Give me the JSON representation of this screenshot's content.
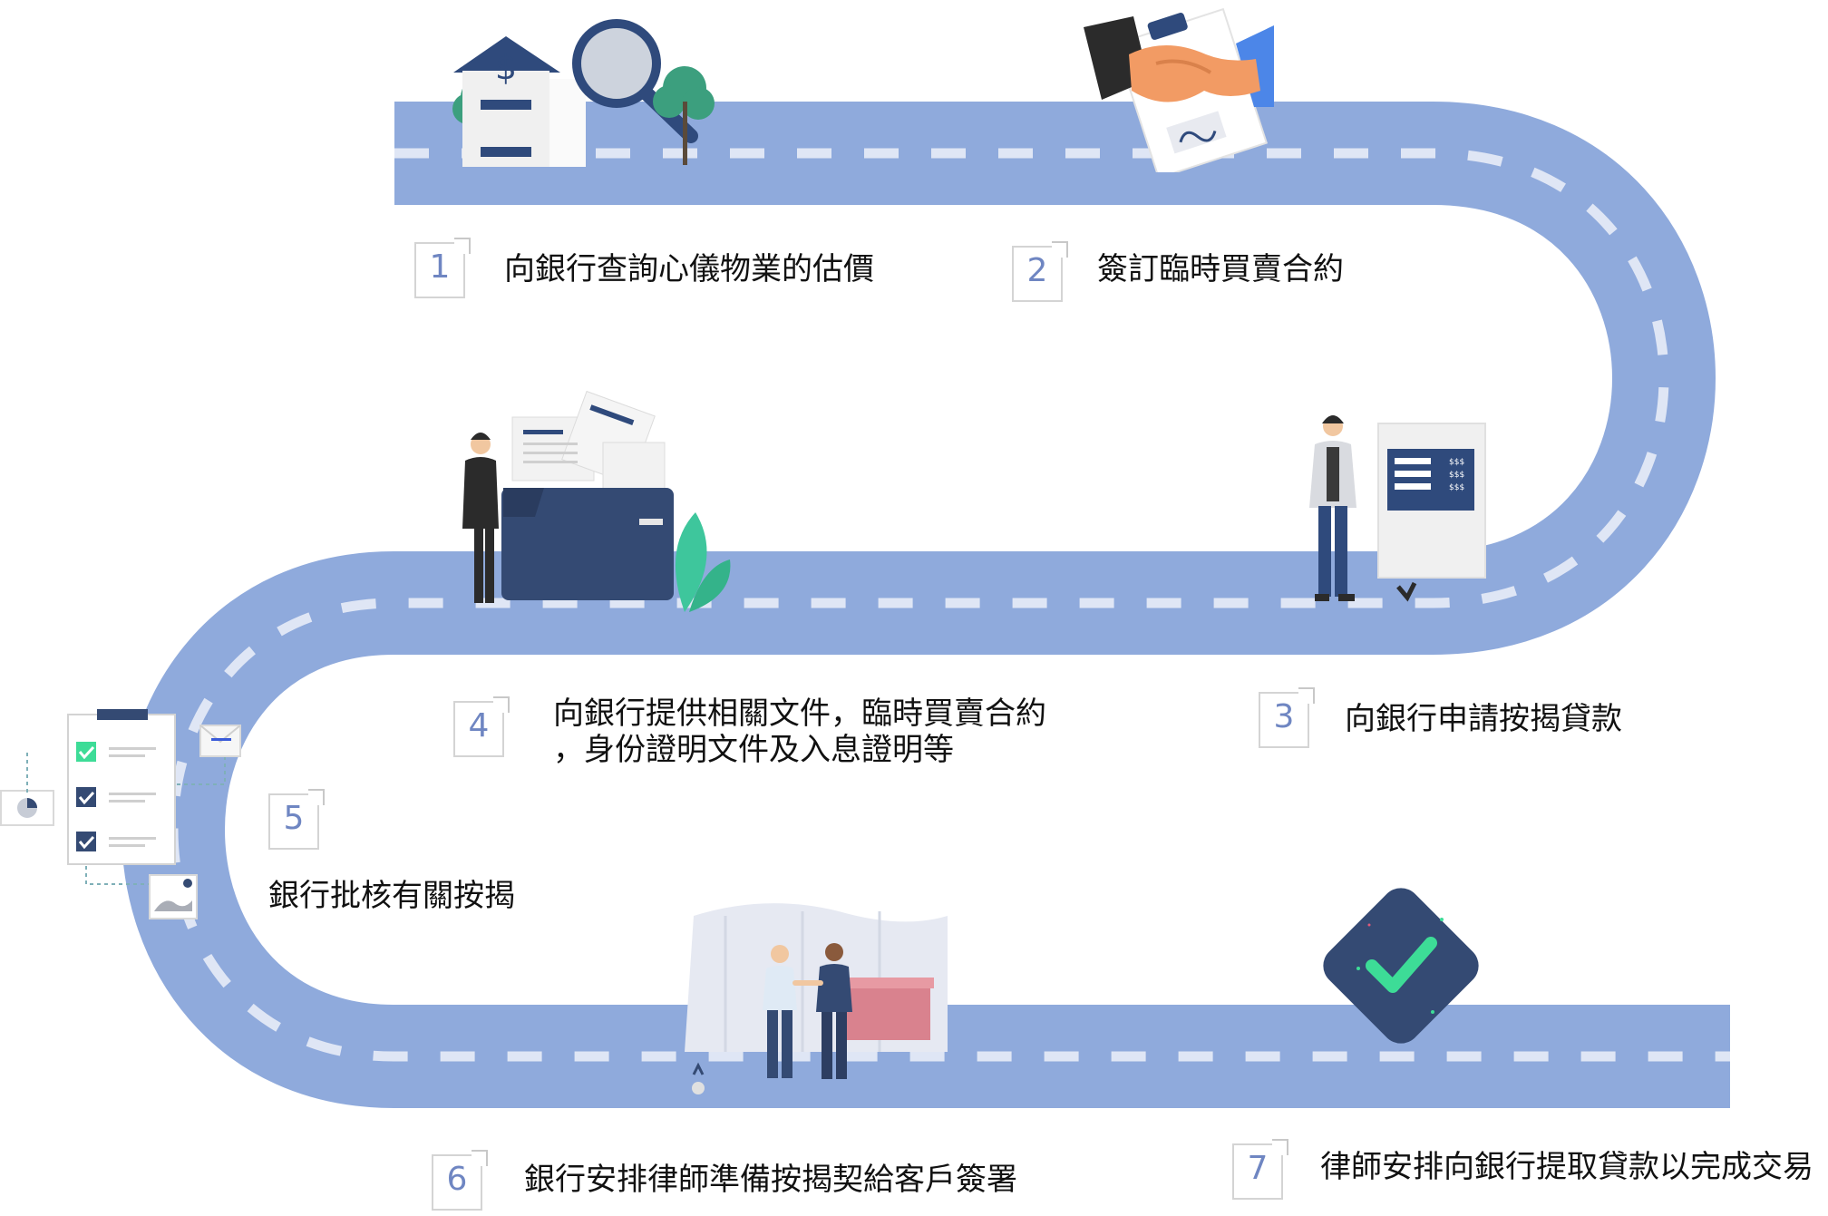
{
  "steps": [
    {
      "number": "1",
      "label": "向銀行查詢心儀物業的估價"
    },
    {
      "number": "2",
      "label": "簽訂臨時買賣合約"
    },
    {
      "number": "3",
      "label": "向銀行申請按揭貸款"
    },
    {
      "number": "4",
      "label_line1": "向銀行提供相關文件，臨時買賣合約",
      "label_line2": "，身份證明文件及入息證明等"
    },
    {
      "number": "5",
      "label": "銀行批核有關按揭"
    },
    {
      "number": "6",
      "label": "銀行安排律師準備按揭契給客戶簽署"
    },
    {
      "number": "7",
      "label": "律師安排向銀行提取貸款以完成交易"
    }
  ],
  "colors": {
    "road": "#8faadc",
    "road_dash": "#dfe6f5",
    "navy": "#344a73",
    "number": "#6f86c2",
    "check_green": "#3ddc97"
  },
  "icons": {
    "house_price_sign": "$",
    "kiosk_price_rows": [
      "$$$",
      "$$$",
      "$$$"
    ]
  }
}
